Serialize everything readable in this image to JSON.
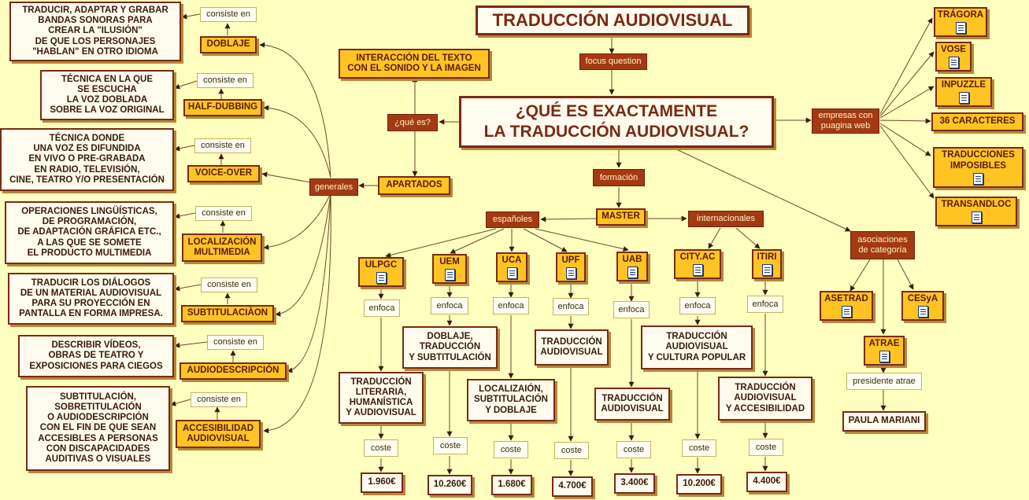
{
  "title": "TRADUCCIÓN AUDIOVISUAL",
  "focus_question_label": "focus question",
  "main_question": "¿QUÉ ES EXACTAMENTE\nLA TRADUCCIÓN AUDIOVISUAL?",
  "que_es_label": "¿qué es?",
  "interaccion": "INTERACCIÓN DEL TEXTO\nCON EL SONIDO Y LA IMAGEN",
  "apartados": "APARTADOS",
  "generales_label": "generales",
  "consiste_en_label": "consiste en",
  "apartados_list": [
    {
      "name": "DOBLAJE",
      "definition": "TRADUCIR, ADAPTAR Y GRABAR\nBANDAS SONORAS PARA\nCREAR LA \"ILUSIÓN\"\nDE QUE LOS PERSONAJES\n\"HABLAN\" EN OTRO IDIOMA"
    },
    {
      "name": "HALF-DUBBING",
      "definition": "TÉCNICA EN LA QUE\nSE ESCUCHA\nLA VOZ DOBLADA\nSOBRE LA VOZ ORIGINAL"
    },
    {
      "name": "VOICE-OVER",
      "definition": "TÉCNICA DONDE\nUNA VOZ ES DIFUNDIDA\nEN VIVO O PRE-GRABADA\nEN RADIO, TELEVISIÓN,\nCINE, TEATRO Y/O PRESENTACIÓN"
    },
    {
      "name": "LOCALIZACIÓN\nMULTIMEDIA",
      "definition": "OPERACIONES LINGÜÍSTICAS,\nDE PROGRAMACIÓN,\nDE ADAPTACIÓN GRÁFICA ETC.,\nA LAS QUE SE SOMETE\nEL PRODUCTO MULTIMEDIA"
    },
    {
      "name": "SUBTITULACIÀON",
      "definition": "TRADUCIR LOS DIÁLOGOS\nDE UN MATERIAL AUDIOVISUAL\nPARA SU PROYECCIÓN EN\nPANTALLA EN FORMA IMPRESA."
    },
    {
      "name": "AUDIODESCRIPCIÓN",
      "definition": "DESCRIBIR VÍDEOS,\nOBRAS DE TEATRO Y\nEXPOSICIONES PARA CIEGOS"
    },
    {
      "name": "ACCESIBILIDAD\nAUDIOVISUAL",
      "definition": "SUBTITULACIÓN,\nSOBRETITULACIÓN\nO AUDIODESCRIPCIÓN\nCON EL FIN DE QUE SEAN\nACCESIBLES A PERSONAS\nCON DISCAPACIDADES\nAUDITIVAS O VISUALES"
    }
  ],
  "formacion_label": "formación",
  "master": "MASTER",
  "espanoles_label": "españoles",
  "internacionales_label": "internacionales",
  "enfoca_label": "enfoca",
  "coste_label": "coste",
  "universities": [
    {
      "name": "ULPGC",
      "focus": "TRADUCCIÓN\nLITERARIA,\nHUMANÍSTICA\nY AUDIOVISUAL",
      "cost": "1.960€"
    },
    {
      "name": "UEM",
      "focus": "DOBLAJE,\nTRADUCCIÓN\nY SUBTITULACIÓN",
      "cost": "10.260€"
    },
    {
      "name": "UCA",
      "focus": "LOCALIZAIÓN,\nSUBTITULACIÓN\nY DOBLAJE",
      "cost": "1.680€"
    },
    {
      "name": "UPF",
      "focus": "TRADUCCIÓN\nAUDIOVISUAL",
      "cost": "4.700€"
    },
    {
      "name": "UAB",
      "focus": "TRADUCCIÓN\nAUDIOVISUAL",
      "cost": "3.400€"
    },
    {
      "name": "CITY.AC",
      "focus": "TRADUCCIÓN\nAUDIOVISUAL\nY CULTURA POPULAR",
      "cost": "10.200€"
    },
    {
      "name": "ITIRI",
      "focus": "TRADUCCIÓN\nAUDIOVISUAL\nY ACCESIBILIDAD",
      "cost": "4.400€"
    }
  ],
  "empresas_label": "empresas con\npuagina web",
  "empresas": [
    "TRÁGORA",
    "VOSE",
    "INPUZZLE",
    "36 CARACTERES",
    "TRADUCCIONES\nIMPOSIBLES",
    "TRANSANDLOC"
  ],
  "asociaciones_label": "asociaciones\nde categoría",
  "asociaciones": [
    "ASETRAD",
    "CESyA",
    "ATRAE"
  ],
  "presidente_label": "presidente atrae",
  "presidente": "PAULA MARIANI"
}
